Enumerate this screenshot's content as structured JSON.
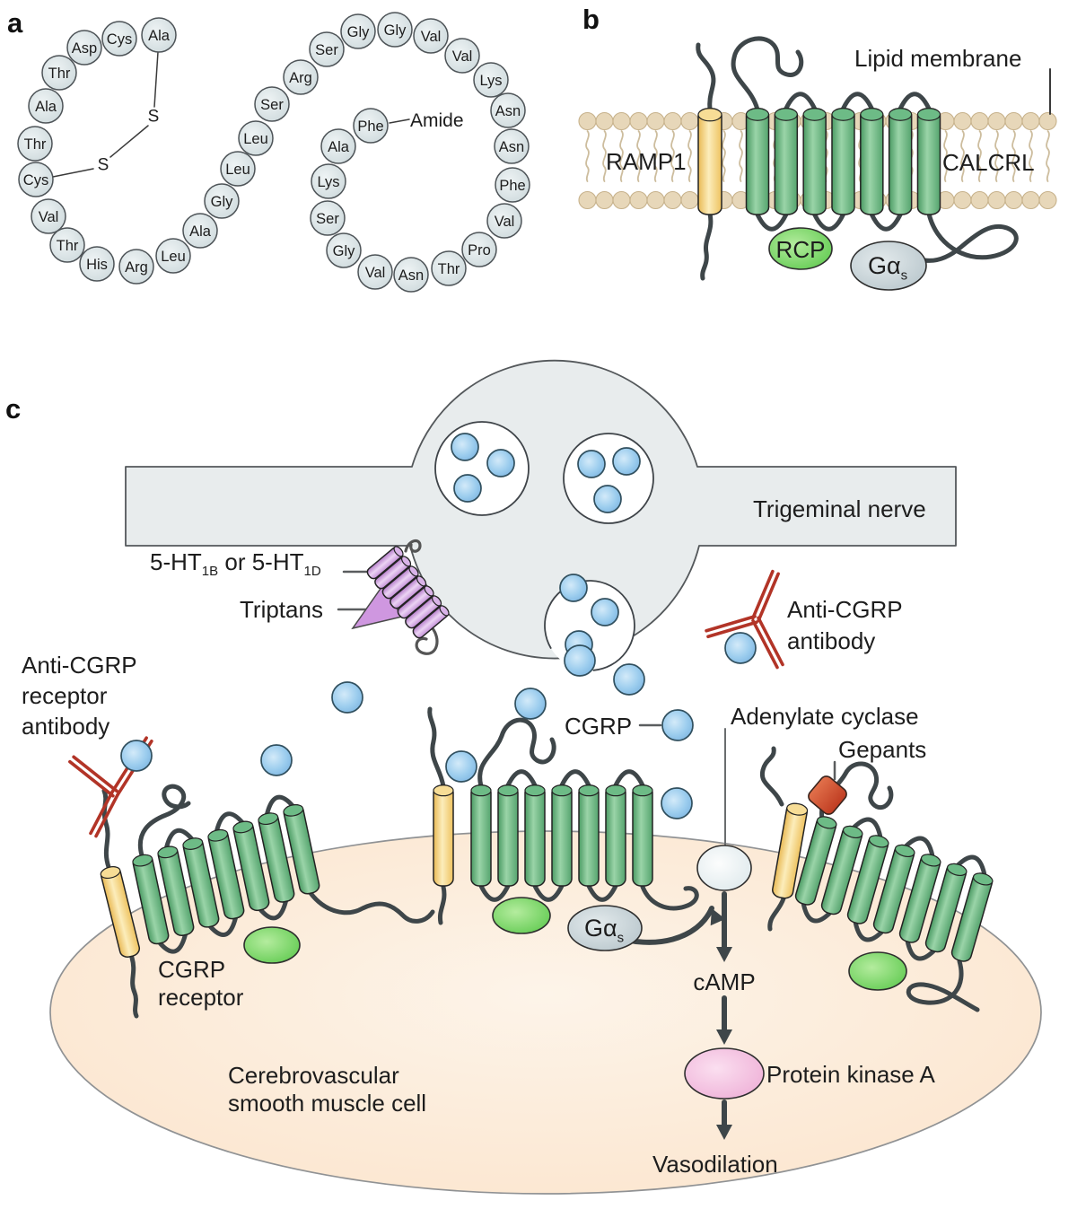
{
  "panels": {
    "a_label": "a",
    "b_label": "b",
    "c_label": "c"
  },
  "panel_a": {
    "residues": [
      "Ala",
      "Cys",
      "Asp",
      "Thr",
      "Ala",
      "Thr",
      "Cys",
      "Val",
      "Thr",
      "His",
      "Arg",
      "Leu",
      "Ala",
      "Gly",
      "Leu",
      "Leu",
      "Ser",
      "Arg",
      "Ser",
      "Gly",
      "Gly",
      "Val",
      "Val",
      "Lys",
      "Asn",
      "Asn",
      "Phe",
      "Val",
      "Pro",
      "Thr",
      "Asn",
      "Val",
      "Gly",
      "Ser",
      "Lys",
      "Ala",
      "Phe"
    ],
    "sulfur": [
      "S",
      "S"
    ],
    "amide_label": "Amide"
  },
  "panel_b": {
    "lipid_membrane": "Lipid membrane",
    "ramp1": "RAMP1",
    "calcrl": "CALCRL",
    "rcp": "RCP",
    "g_alpha": "Gα",
    "g_alpha_sub": "s"
  },
  "panel_c": {
    "trigeminal_nerve": "Trigeminal nerve",
    "ht_pre": "5-HT",
    "ht_sub1": "1B",
    "ht_mid": " or 5-HT",
    "ht_sub2": "1D",
    "triptans": "Triptans",
    "anti_cgrp_receptor_antibody": [
      "Anti-CGRP",
      "receptor",
      "antibody"
    ],
    "anti_cgrp_antibody": [
      "Anti-CGRP",
      "antibody"
    ],
    "cgrp": "CGRP",
    "adenylate_cyclase": "Adenylate cyclase",
    "gepants": "Gepants",
    "cgrp_receptor": [
      "CGRP",
      "receptor"
    ],
    "g_alpha": "Gα",
    "g_alpha_sub": "s",
    "camp": "cAMP",
    "pka": "Protein kinase A",
    "vasodilation": "Vasodilation",
    "cell": [
      "Cerebrovascular",
      "smooth muscle cell"
    ]
  },
  "colors": {
    "helix_green": "#5aa873",
    "ramp_yellow": "#f3cf79",
    "cgrp_blue": "#84bce8",
    "antibody_red": "#b23427",
    "triptan_purple": "#cf97e0",
    "gepant_red": "#d4502f",
    "pka_pink": "#eeaed6",
    "nerve_gray": "#e8eced",
    "cell_peach": "#fbe4cc",
    "membrane_tan": "#e6d6b8"
  }
}
